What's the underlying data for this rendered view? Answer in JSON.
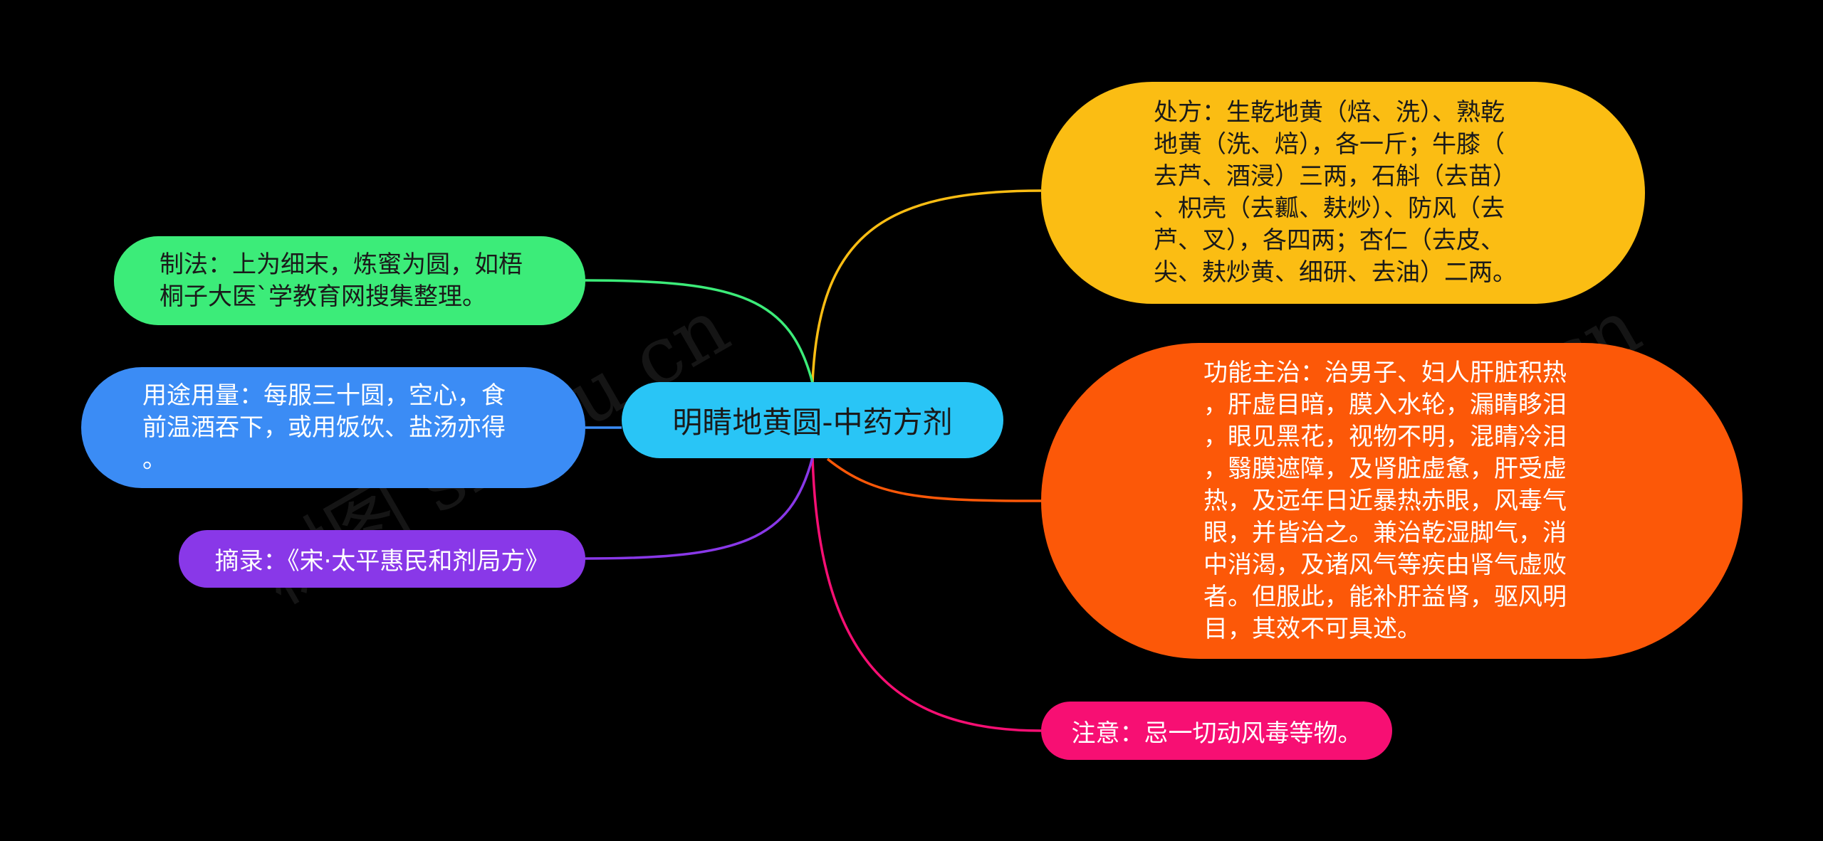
{
  "center": {
    "label": "明睛地黄圆-中药方剂",
    "color": "#29c5f6"
  },
  "right_branches": [
    {
      "key": "chufang",
      "text": "处方：生乾地黄（焙、洗）、熟乾\n地黄（洗、焙），各一斤；牛膝（\n去芦、酒浸）三两，石斛（去苗）\n、枳壳（去瓤、麸炒）、防风（去\n芦、叉），各四两；杏仁（去皮、\n尖、麸炒黄、细研、去油）二两。",
      "color": "#fbbd13"
    },
    {
      "key": "gongneng",
      "text": "功能主治：治男子、妇人肝脏积热\n，肝虚目暗，膜入水轮，漏睛眵泪\n，眼见黑花，视物不明，混睛冷泪\n，翳膜遮障，及肾脏虚惫，肝受虚\n热，及远年日近暴热赤眼，风毒气\n眼，并皆治之。兼治乾湿脚气，消\n中消渴，及诸风气等疾由肾气虚败\n者。但服此，能补肝益肾，驱风明\n目，其效不可具述。",
      "color": "#fc5808"
    },
    {
      "key": "zhuyi",
      "text": "注意：忌一切动风毒等物。",
      "color": "#f70f73"
    }
  ],
  "left_branches": [
    {
      "key": "zhifa",
      "text": "制法：上为细末，炼蜜为圆，如梧\n桐子大医`学教育网搜集整理。",
      "color": "#3cec79"
    },
    {
      "key": "yongtu",
      "text": "用途用量：每服三十圆，空心，食\n前温酒吞下，或用饭饮、盐汤亦得\n。",
      "color": "#3b8cf5"
    },
    {
      "key": "zhailu",
      "text": "摘录：《宋·太平惠民和剂局方》",
      "color": "#8938e8"
    }
  ],
  "watermarks": [
    "树图 shutu.cn",
    "树图 shutu.cn"
  ]
}
